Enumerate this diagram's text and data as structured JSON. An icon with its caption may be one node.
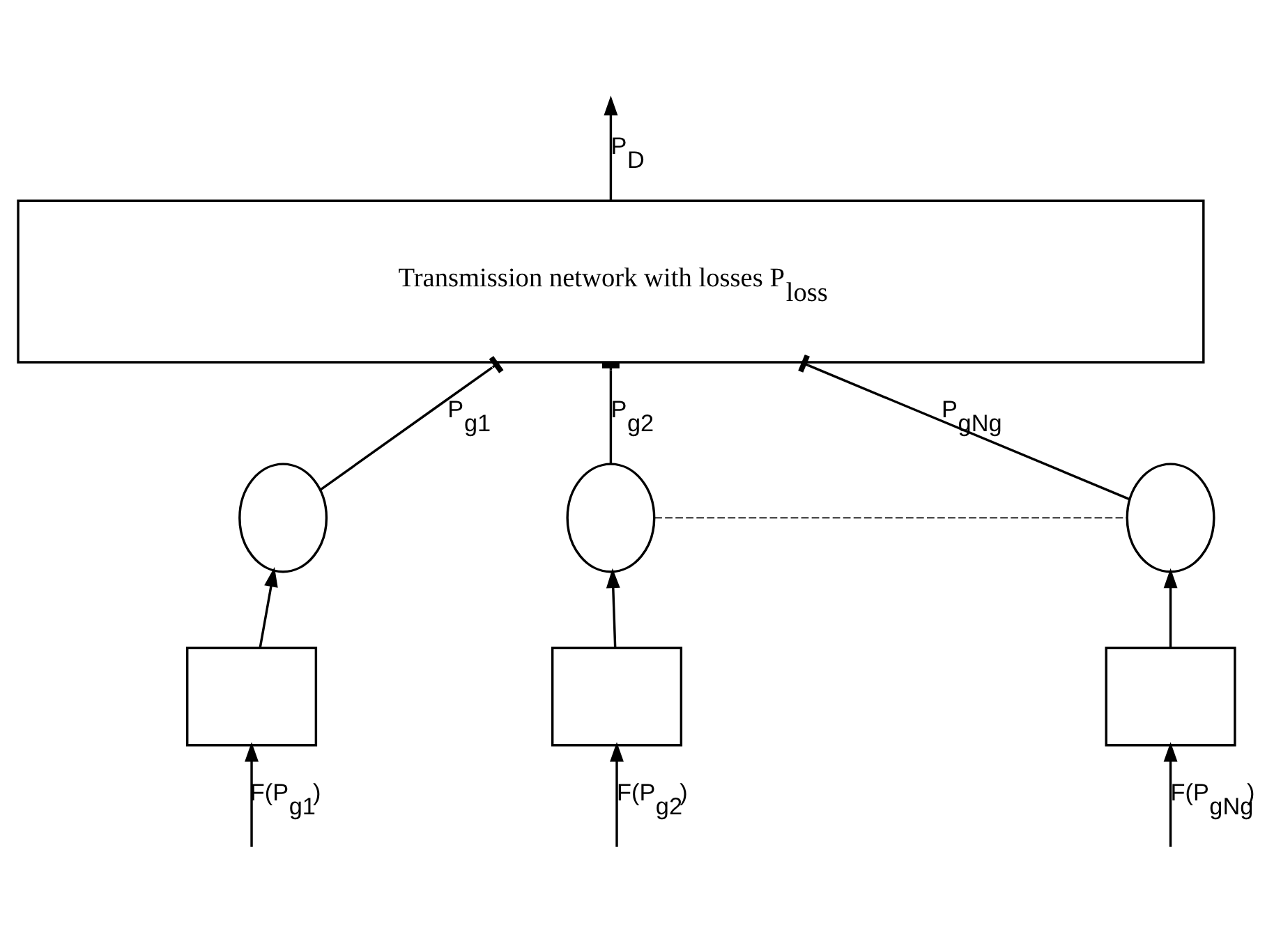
{
  "diagram": {
    "nodes": [
      {
        "text": [
          "Transmission network with losses P$_{loss}$"
        ]
      },
      {
        "text": [],
        "shape": "circle"
      },
      {
        "text": [],
        "shape": "circle"
      },
      {
        "text": [],
        "shape": "circle"
      },
      {
        "text": [],
        "shape": "box"
      },
      {
        "text": [],
        "shape": "box"
      },
      {
        "text": [],
        "shape": "box"
      }
    ],
    "edges": [
      {
        "from": 0,
        "to": null,
        "arrow": "to",
        "label": "P$_{D}$"
      },
      {
        "from": 1,
        "to": 0,
        "arrow": "other",
        "label": "P$_{g1}$"
      },
      {
        "from": 2,
        "to": 0,
        "arrow": "other",
        "label": "P$_{g2}$"
      },
      {
        "from": 3,
        "to": 0,
        "arrow": "other",
        "label": "P$_{gNg}$"
      },
      {
        "from": 2,
        "to": 3,
        "arrow": "none",
        "style": "dashed"
      },
      {
        "from": 4,
        "to": 1,
        "arrow": "to"
      },
      {
        "from": 5,
        "to": 2,
        "arrow": "to"
      },
      {
        "from": 6,
        "to": 3,
        "arrow": "to"
      },
      {
        "from": null,
        "to": 4,
        "arrow": "to",
        "label": "F(P$_{g1}$)"
      },
      {
        "from": null,
        "to": 5,
        "arrow": "to",
        "label": "F(P$_{g2}$)"
      },
      {
        "from": null,
        "to": 6,
        "arrow": "to",
        "label": "F(P$_{gNg}$)"
      }
    ]
  }
}
